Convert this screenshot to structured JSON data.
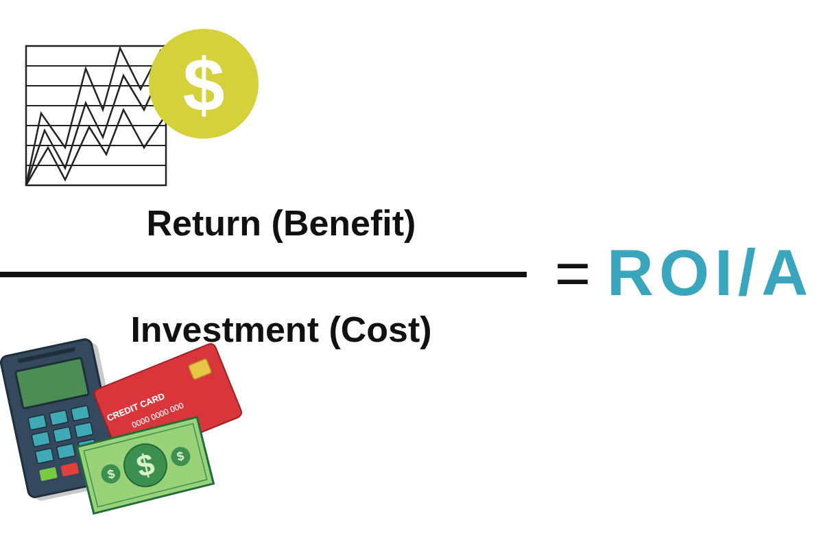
{
  "diagram": {
    "labels": [
      "Return (Benefit)",
      "Investment (Cost)",
      "=",
      "ROI/A",
      "$",
      "CREDIT CARD",
      "0000 0000 000",
      "$",
      "$",
      "$"
    ]
  }
}
